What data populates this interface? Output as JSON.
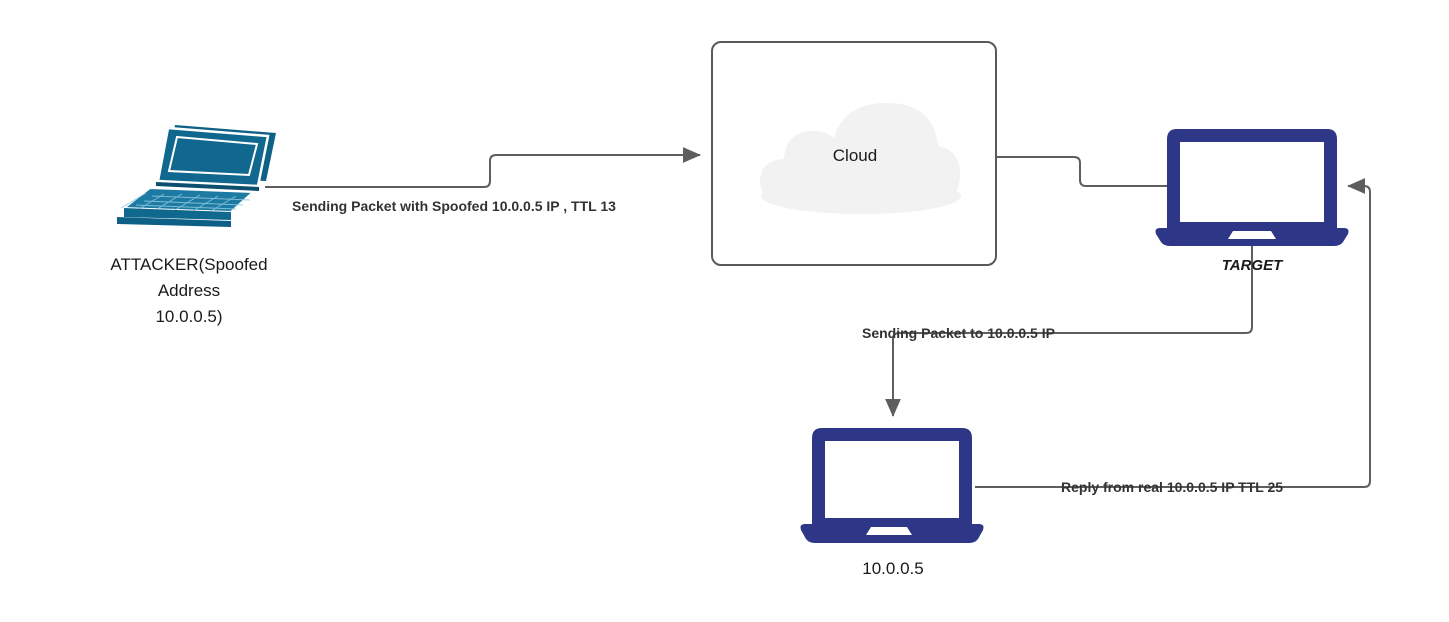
{
  "diagram": {
    "title": "IP Spoofing TTL Analysis Network Diagram",
    "background_color": "#ffffff",
    "colors": {
      "attacker_device": "#10688f",
      "target_device": "#2e3687",
      "victim_device": "#2e3687",
      "line": "#5e5e5e",
      "cloud_fill": "#f2f2f2",
      "cloud_border": "#595959",
      "text": "#1a1a1a",
      "edge_text": "#333333"
    },
    "nodes": [
      {
        "id": "attacker",
        "icon": "laptop-classic-icon",
        "label_lines": [
          "ATTACKER(Spoofed",
          "Address",
          "10.0.0.5)"
        ]
      },
      {
        "id": "cloud",
        "icon": "cloud-icon",
        "label": "Cloud"
      },
      {
        "id": "target",
        "icon": "laptop-modern-icon",
        "label": "TARGET"
      },
      {
        "id": "victim",
        "icon": "laptop-modern-icon",
        "label": "10.0.0.5"
      }
    ],
    "edges": [
      {
        "id": "attacker-to-cloud",
        "label": "Sending Packet with Spoofed 10.0.0.5 IP , TTL 13",
        "arrow": "end"
      },
      {
        "id": "cloud-to-target",
        "label": "",
        "arrow": "none"
      },
      {
        "id": "target-to-victim",
        "label": "Sending Packet to 10.0.0.5 IP",
        "arrow": "end"
      },
      {
        "id": "victim-to-target",
        "label": "Reply from real 10.0.0.5 IP TTL 25",
        "arrow": "end"
      }
    ]
  }
}
